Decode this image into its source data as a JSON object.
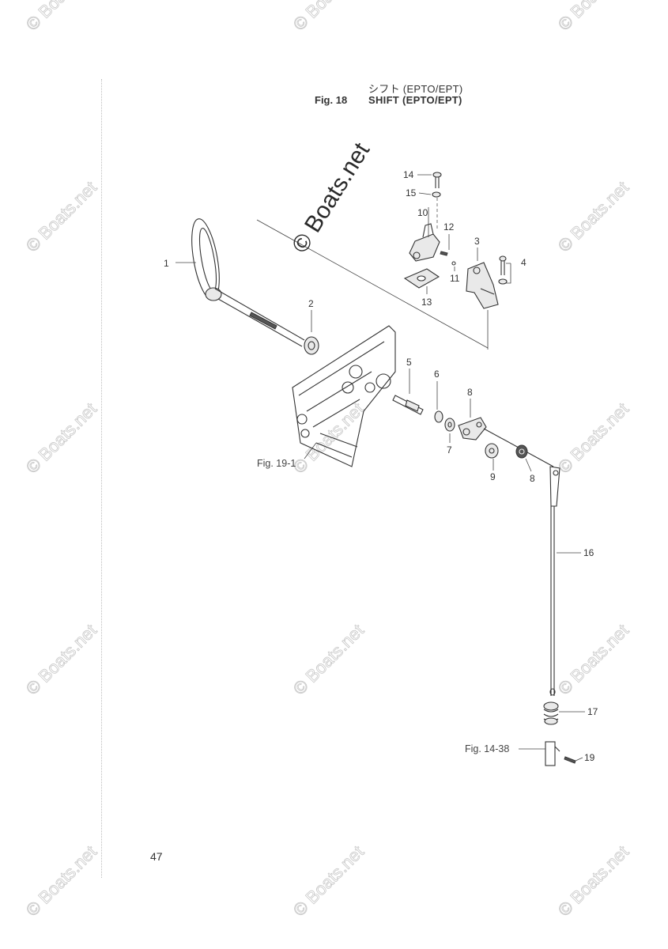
{
  "header": {
    "title_japanese": "シフト (EPTO/EPT)",
    "figure_number": "Fig. 18",
    "title": "SHIFT (EPTO/EPT)"
  },
  "watermark": {
    "main_text": "© Boats.net",
    "repeat_text": "© Boats.net"
  },
  "callouts": [
    {
      "id": "c1",
      "label": "1"
    },
    {
      "id": "c2",
      "label": "2"
    },
    {
      "id": "c3",
      "label": "3"
    },
    {
      "id": "c4",
      "label": "4"
    },
    {
      "id": "c5",
      "label": "5"
    },
    {
      "id": "c6",
      "label": "6"
    },
    {
      "id": "c7",
      "label": "7"
    },
    {
      "id": "c8a",
      "label": "8"
    },
    {
      "id": "c8b",
      "label": "8"
    },
    {
      "id": "c9",
      "label": "9"
    },
    {
      "id": "c10",
      "label": "10"
    },
    {
      "id": "c11",
      "label": "11"
    },
    {
      "id": "c12",
      "label": "12"
    },
    {
      "id": "c13",
      "label": "13"
    },
    {
      "id": "c14",
      "label": "14"
    },
    {
      "id": "c15",
      "label": "15"
    },
    {
      "id": "c16",
      "label": "16"
    },
    {
      "id": "c17",
      "label": "17"
    },
    {
      "id": "c19",
      "label": "19"
    }
  ],
  "cross_references": {
    "fig_19_1": "Fig. 19-1",
    "fig_14_38": "Fig. 14-38"
  },
  "footer": {
    "page_number": "47"
  }
}
